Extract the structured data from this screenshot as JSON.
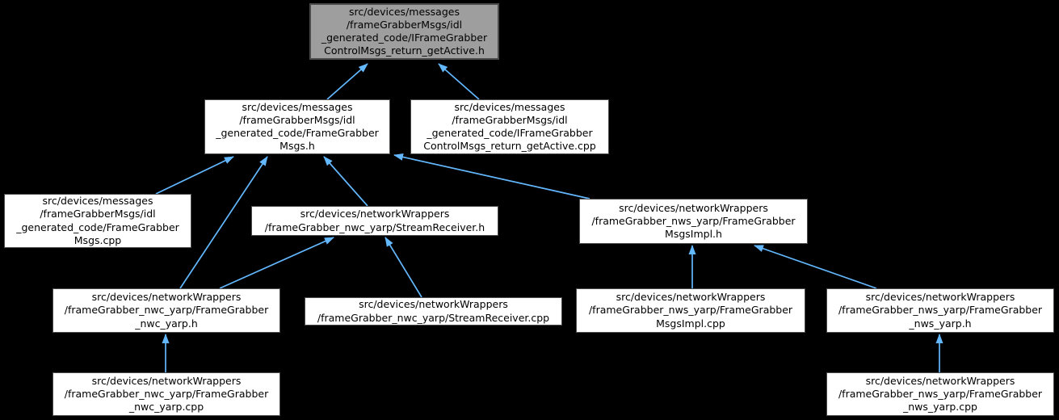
{
  "diagram": {
    "title": "Included-by dependency graph for IFrameGrabberControlMsgs_return_getActive.h",
    "background_color": "#000000",
    "arrow_color": "#63b8ff",
    "node_fill": "#ffffff",
    "highlighted_node_fill": "#9e9e9e",
    "node_border_color": "#4b4b4b",
    "text_color": "#000000"
  },
  "nodes": [
    {
      "id": "n1",
      "highlighted": true,
      "lines": [
        "src/devices/messages",
        "/frameGrabberMsgs/idl",
        "_generated_code/IFrameGrabber",
        "ControlMsgs_return_getActive.h"
      ]
    },
    {
      "id": "n2",
      "highlighted": false,
      "lines": [
        "src/devices/messages",
        "/frameGrabberMsgs/idl",
        "_generated_code/FrameGrabber",
        "Msgs.h"
      ]
    },
    {
      "id": "n3",
      "highlighted": false,
      "lines": [
        "src/devices/messages",
        "/frameGrabberMsgs/idl",
        "_generated_code/IFrameGrabber",
        "ControlMsgs_return_getActive.cpp"
      ]
    },
    {
      "id": "n4",
      "highlighted": false,
      "lines": [
        "src/devices/messages",
        "/frameGrabberMsgs/idl",
        "_generated_code/FrameGrabber",
        "Msgs.cpp"
      ]
    },
    {
      "id": "n5",
      "highlighted": false,
      "lines": [
        "src/devices/networkWrappers",
        "/frameGrabber_nwc_yarp/StreamReceiver.h"
      ]
    },
    {
      "id": "n6",
      "highlighted": false,
      "lines": [
        "src/devices/networkWrappers",
        "/frameGrabber_nws_yarp/FrameGrabber",
        "MsgsImpl.h"
      ]
    },
    {
      "id": "n7",
      "highlighted": false,
      "lines": [
        "src/devices/networkWrappers",
        "/frameGrabber_nwc_yarp/FrameGrabber",
        "_nwc_yarp.h"
      ]
    },
    {
      "id": "n8",
      "highlighted": false,
      "lines": [
        "src/devices/networkWrappers",
        "/frameGrabber_nwc_yarp/StreamReceiver.cpp"
      ]
    },
    {
      "id": "n9",
      "highlighted": false,
      "lines": [
        "src/devices/networkWrappers",
        "/frameGrabber_nws_yarp/FrameGrabber",
        "MsgsImpl.cpp"
      ]
    },
    {
      "id": "n10",
      "highlighted": false,
      "lines": [
        "src/devices/networkWrappers",
        "/frameGrabber_nws_yarp/FrameGrabber",
        "_nws_yarp.h"
      ]
    },
    {
      "id": "n11",
      "highlighted": false,
      "lines": [
        "src/devices/networkWrappers",
        "/frameGrabber_nwc_yarp/FrameGrabber",
        "_nwc_yarp.cpp"
      ]
    },
    {
      "id": "n12",
      "highlighted": false,
      "lines": [
        "src/devices/networkWrappers",
        "/frameGrabber_nws_yarp/FrameGrabber",
        "_nws_yarp.cpp"
      ]
    }
  ],
  "edges": [
    {
      "from": "FrameGrabberMsgs.h",
      "to": "IFrameGrabberControlMsgs_return_getActive.h",
      "relation": "includes"
    },
    {
      "from": "IFrameGrabberControlMsgs_return_getActive.cpp",
      "to": "IFrameGrabberControlMsgs_return_getActive.h",
      "relation": "includes"
    },
    {
      "from": "FrameGrabberMsgs.cpp",
      "to": "FrameGrabberMsgs.h",
      "relation": "includes"
    },
    {
      "from": "FrameGrabber_nwc_yarp.h",
      "to": "FrameGrabberMsgs.h",
      "relation": "includes"
    },
    {
      "from": "StreamReceiver.h",
      "to": "FrameGrabberMsgs.h",
      "relation": "includes"
    },
    {
      "from": "FrameGrabberMsgsImpl.h",
      "to": "FrameGrabberMsgs.h",
      "relation": "includes"
    },
    {
      "from": "FrameGrabber_nwc_yarp.h",
      "to": "StreamReceiver.h",
      "relation": "includes"
    },
    {
      "from": "StreamReceiver.cpp",
      "to": "StreamReceiver.h",
      "relation": "includes"
    },
    {
      "from": "FrameGrabberMsgsImpl.cpp",
      "to": "FrameGrabberMsgsImpl.h",
      "relation": "includes"
    },
    {
      "from": "FrameGrabber_nws_yarp.h",
      "to": "FrameGrabberMsgsImpl.h",
      "relation": "includes"
    },
    {
      "from": "FrameGrabber_nwc_yarp.cpp",
      "to": "FrameGrabber_nwc_yarp.h",
      "relation": "includes"
    },
    {
      "from": "FrameGrabber_nws_yarp.cpp",
      "to": "FrameGrabber_nws_yarp.h",
      "relation": "includes"
    }
  ]
}
